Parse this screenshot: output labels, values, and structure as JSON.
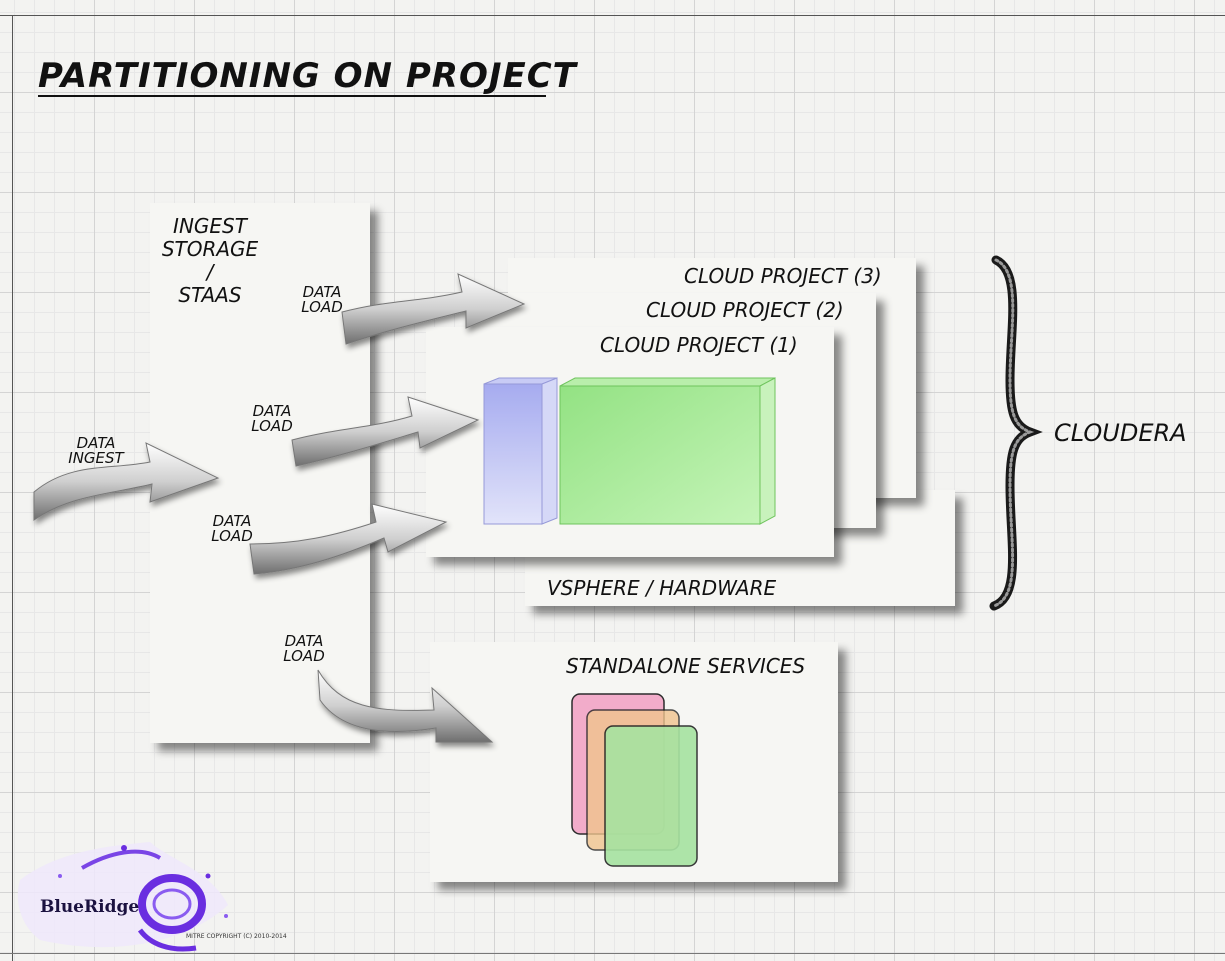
{
  "title": "PARTITIONING ON PROJECT",
  "ingest_storage": {
    "line1": "INGEST",
    "line2": "STORAGE",
    "line3": "/",
    "line4": "STAAS"
  },
  "data_ingest": {
    "line1": "DATA",
    "line2": "INGEST"
  },
  "data_load": {
    "line1": "DATA",
    "line2": "LOAD"
  },
  "cloud_projects": [
    "CLOUD PROJECT (3)",
    "CLOUD PROJECT (2)",
    "CLOUD PROJECT (1)"
  ],
  "vsphere": "VSPHERE / HARDWARE",
  "standalone": "STANDALONE SERVICES",
  "cloudera": "CLOUDERA",
  "logo_text": "BlueRidge",
  "copyright": "MITRE COPYRIGHT (C) 2010-2014",
  "colors": {
    "blue_box": "#a9aef0",
    "green_box": "#a8ec98",
    "pink_card": "#f2a9c8",
    "orange_card": "#f0c48e",
    "green_card": "#a6e3a0",
    "logo_purple": "#6a2ee0"
  }
}
